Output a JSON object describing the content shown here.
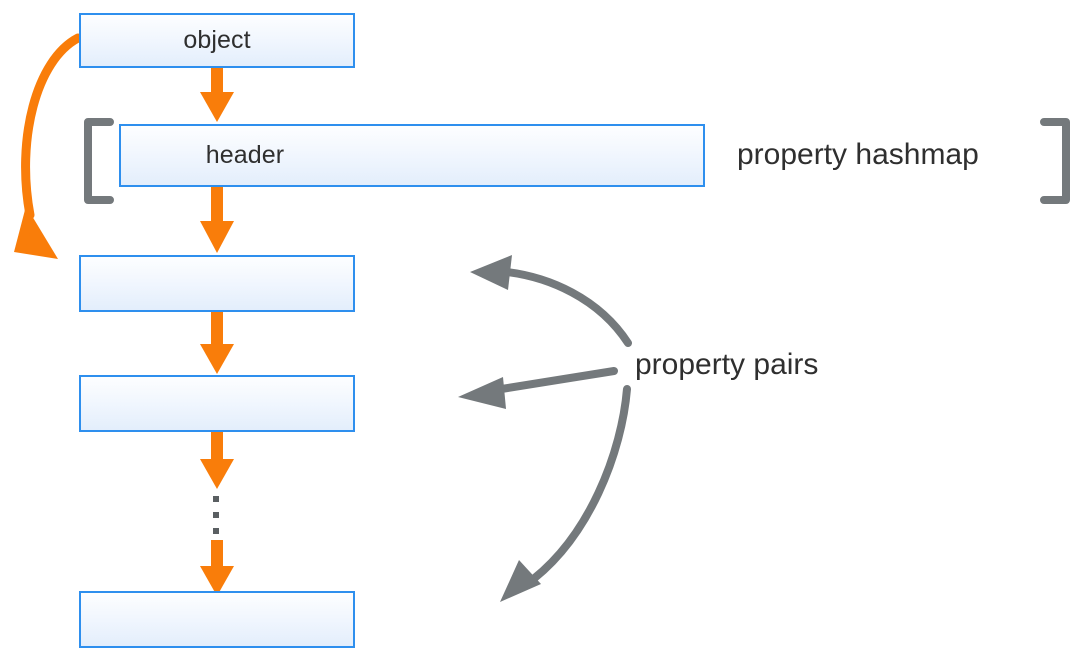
{
  "diagram": {
    "type": "object-property-layout",
    "colors": {
      "box_border": "#2e8fee",
      "box_fill_top": "#fdfeff",
      "box_fill_bottom": "#e3eefc",
      "arrow_orange": "#f97d0a",
      "arrow_gray": "#74797c",
      "bracket_gray": "#74797c",
      "text": "#2f2f2f"
    },
    "boxes": [
      {
        "id": "object",
        "label": "object"
      },
      {
        "id": "header",
        "label": "header"
      },
      {
        "id": "pair1",
        "label": ""
      },
      {
        "id": "pair2",
        "label": ""
      },
      {
        "id": "pairN",
        "label": ""
      }
    ],
    "labels": {
      "property_hashmap": "property hashmap",
      "property_pairs": "property pairs"
    },
    "hashmap_slot_ticks": 4,
    "ellipsis_dots": 3,
    "annotations": {
      "bracket_left": "[",
      "bracket_right": "]"
    }
  }
}
